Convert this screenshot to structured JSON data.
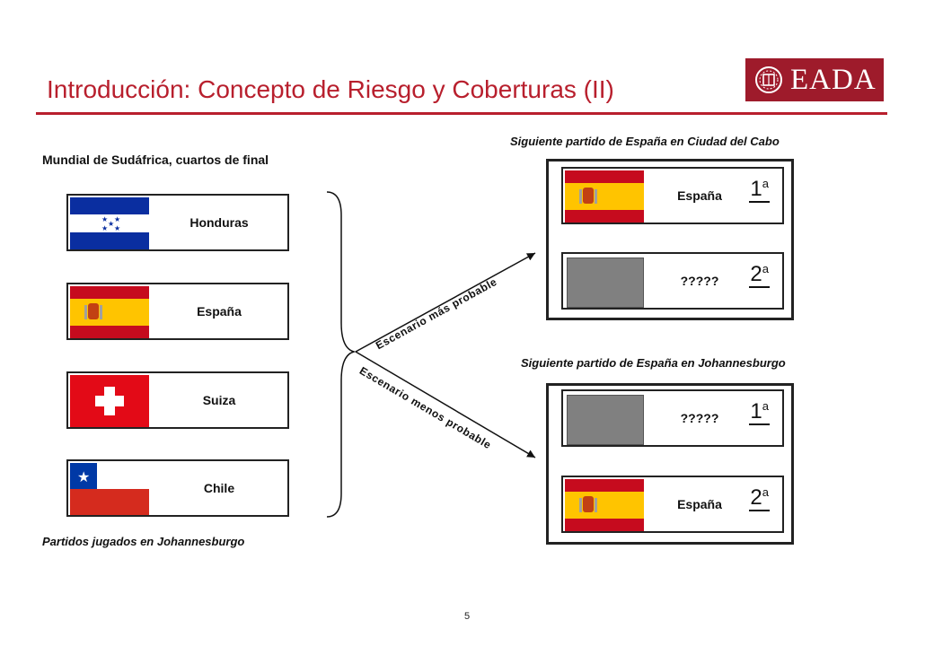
{
  "title": "Introducción: Concepto de Riesgo y Coberturas (II)",
  "logo": {
    "text": "EADA",
    "brand_color": "#9e1b2b"
  },
  "left": {
    "heading": "Mundial de Sudáfrica, cuartos de final",
    "teams": [
      {
        "name": "Honduras",
        "flag": "honduras-flag"
      },
      {
        "name": "España",
        "flag": "spain-flag"
      },
      {
        "name": "Suiza",
        "flag": "switzerland-flag"
      },
      {
        "name": "Chile",
        "flag": "chile-flag"
      }
    ],
    "footer": "Partidos jugados en Johannesburgo"
  },
  "scenarios": {
    "likely": "Escenario más probable",
    "unlikely": "Escenario menos probable"
  },
  "panels": [
    {
      "heading": "Siguiente partido de España en Ciudad del Cabo",
      "slots": [
        {
          "name": "España",
          "rank": "1",
          "rank_suffix": "a",
          "flag": "spain-flag"
        },
        {
          "name": "?????",
          "rank": "2",
          "rank_suffix": "a",
          "flag": "unknown-placeholder"
        }
      ]
    },
    {
      "heading": "Siguiente partido de España en Johannesburgo",
      "slots": [
        {
          "name": "?????",
          "rank": "1",
          "rank_suffix": "a",
          "flag": "unknown-placeholder"
        },
        {
          "name": "España",
          "rank": "2",
          "rank_suffix": "a",
          "flag": "spain-flag"
        }
      ]
    }
  ],
  "page_number": "5",
  "colors": {
    "accent_red": "#b81f2d",
    "spain_red": "#c60b1e",
    "spain_yellow": "#ffc400",
    "honduras_blue": "#0a2ea0",
    "chile_red": "#d52b1e",
    "placeholder_grey": "#808080"
  }
}
